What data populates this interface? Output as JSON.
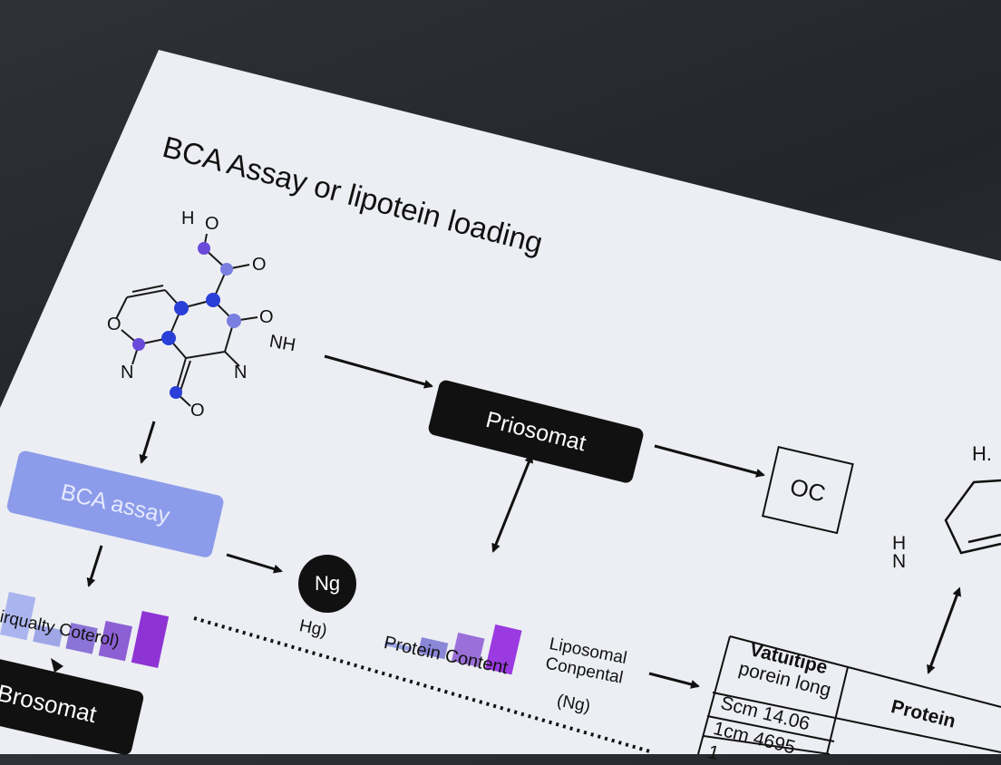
{
  "title": "BCA Assay or lipotein loading",
  "molecule": {
    "labels": {
      "h": "H",
      "o_top": "O",
      "o_right_top": "O",
      "o_right": "O",
      "o_left": "O",
      "nh": "NH",
      "n_left": "N",
      "n_right": "N",
      "o_bottom": "O"
    }
  },
  "boxes": {
    "priosomat": "Priosomat",
    "oc": "OC",
    "bca_assay": "BCA assay",
    "brosomat": "Brosomat",
    "ng_circle": "Ng"
  },
  "labels": {
    "left_bars_caption": "pirqualty Coterol)",
    "hg": "Hg)",
    "protein_content": "Protein Content",
    "liposomal": "Liposomal\nConpental",
    "ng_paren": "(Ng)",
    "right_h": "H.",
    "right_hn": "H\nN"
  },
  "left_bars": {
    "values": [
      5,
      2,
      3,
      4,
      6
    ],
    "colors": [
      "#aab4ee",
      "#9fa6e6",
      "#8b74d6",
      "#8c5fd4",
      "#8e33d4"
    ]
  },
  "middle_bars": {
    "values": [
      0.5,
      2,
      3.5,
      5.5
    ],
    "colors": [
      "#9aa3e8",
      "#8a86d8",
      "#9a6fd8",
      "#9a3ae0"
    ]
  },
  "table": {
    "header_left_1": "Vatuitipe",
    "header_left_2": "porein long",
    "header_right": "Protein",
    "rows": [
      "Scm 14.06",
      "1cm  4695",
      "1"
    ]
  },
  "colors": {
    "node_blue": "#2a3fd8",
    "node_purple": "#6a4ad8",
    "node_light": "#7a7ee0",
    "bca_box": "#8c9cea",
    "dark_box": "#111111"
  }
}
